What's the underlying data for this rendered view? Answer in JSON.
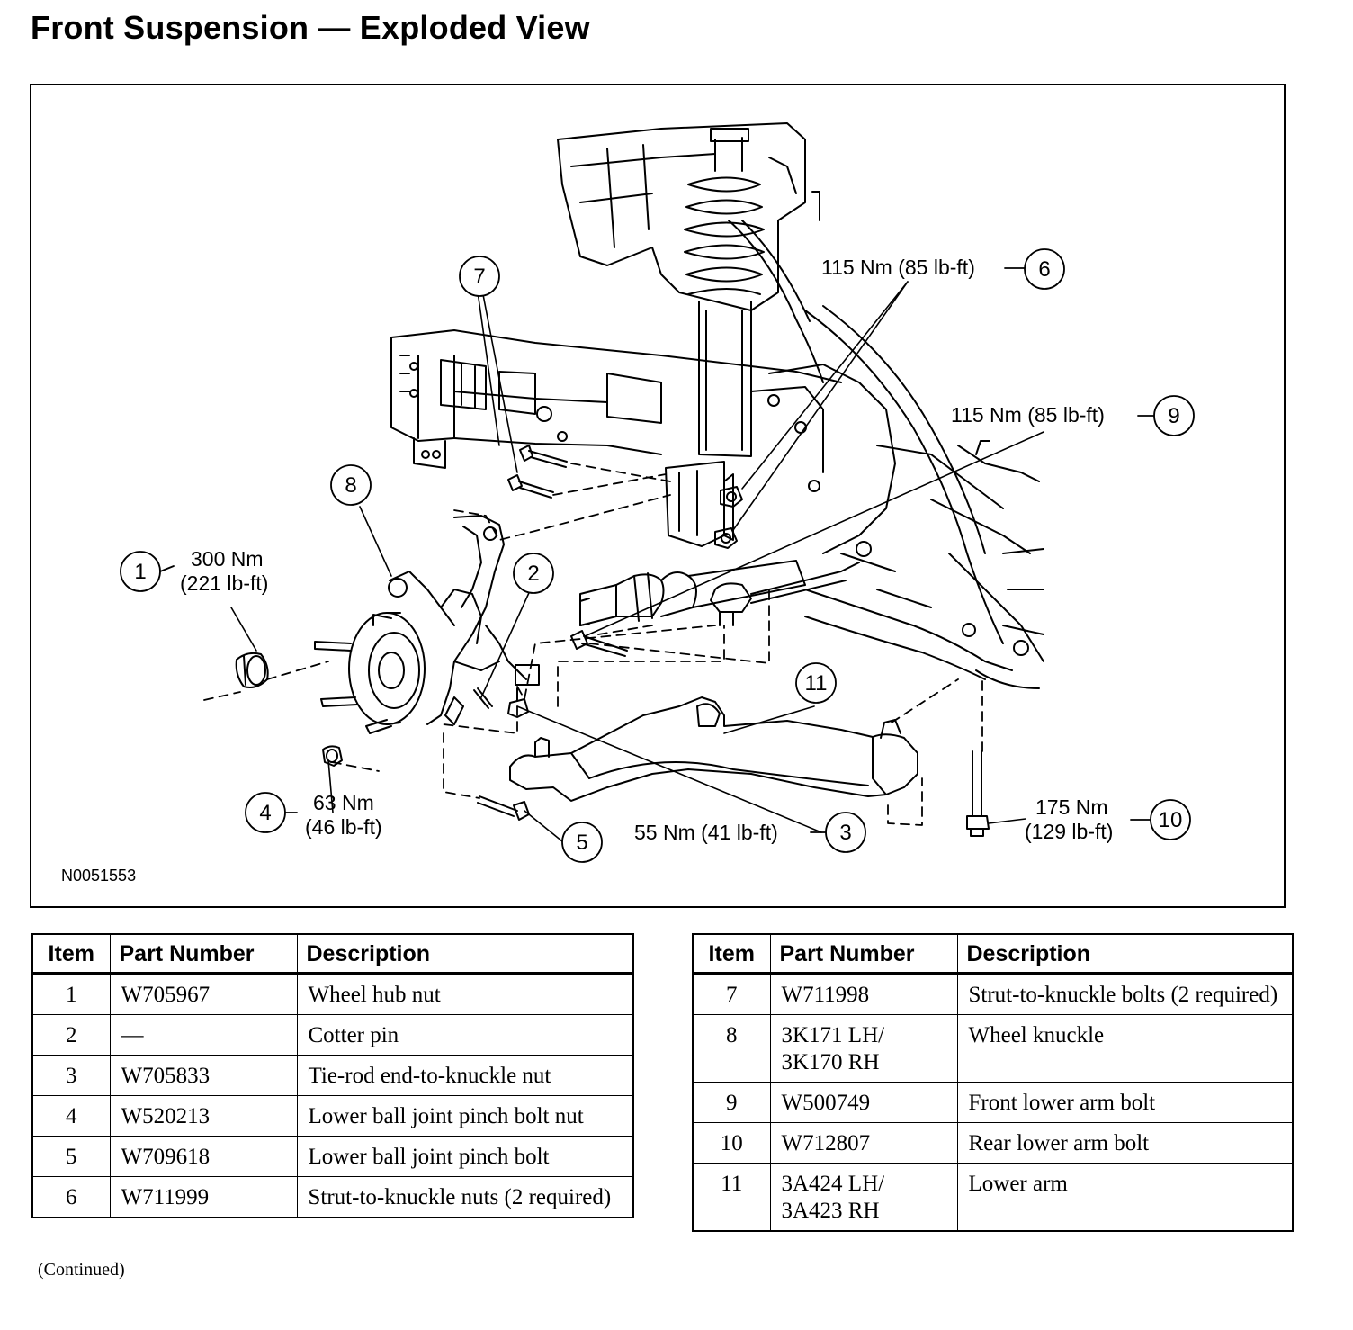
{
  "title": "Front Suspension — Exploded View",
  "figure": {
    "id": "N0051553",
    "callouts": [
      {
        "num": "1",
        "torque": [
          "300 Nm",
          "(221 lb-ft)"
        ]
      },
      {
        "num": "2",
        "torque": []
      },
      {
        "num": "3",
        "torque": [
          "55 Nm (41 lb-ft)"
        ]
      },
      {
        "num": "4",
        "torque": [
          "63 Nm",
          "(46 lb-ft)"
        ]
      },
      {
        "num": "5",
        "torque": []
      },
      {
        "num": "6",
        "torque": [
          "115 Nm (85 lb-ft)"
        ]
      },
      {
        "num": "7",
        "torque": []
      },
      {
        "num": "8",
        "torque": []
      },
      {
        "num": "9",
        "torque": [
          "115 Nm (85 lb-ft)"
        ]
      },
      {
        "num": "10",
        "torque": [
          "175 Nm",
          "(129 lb-ft)"
        ]
      },
      {
        "num": "11",
        "torque": []
      }
    ]
  },
  "table": {
    "headers": [
      "Item",
      "Part Number",
      "Description"
    ],
    "left": [
      [
        "1",
        "W705967",
        "Wheel hub nut"
      ],
      [
        "2",
        "—",
        "Cotter pin"
      ],
      [
        "3",
        "W705833",
        "Tie-rod end-to-knuckle nut"
      ],
      [
        "4",
        "W520213",
        "Lower ball joint pinch bolt nut"
      ],
      [
        "5",
        "W709618",
        "Lower ball joint pinch bolt"
      ],
      [
        "6",
        "W711999",
        "Strut-to-knuckle nuts (2 required)"
      ]
    ],
    "right": [
      [
        "7",
        "W711998",
        "Strut-to-knuckle bolts (2 required)"
      ],
      [
        "8",
        "3K171 LH/ 3K170 RH",
        "Wheel knuckle"
      ],
      [
        "9",
        "W500749",
        "Front lower arm bolt"
      ],
      [
        "10",
        "W712807",
        "Rear lower arm bolt"
      ],
      [
        "11",
        "3A424 LH/ 3A423 RH",
        "Lower arm"
      ]
    ]
  },
  "footer": "(Continued)"
}
